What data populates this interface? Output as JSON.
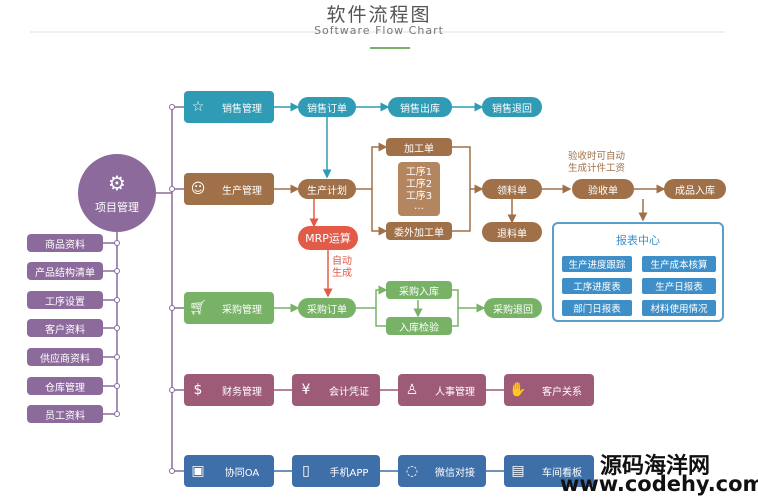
{
  "title": "软件流程图",
  "subtitle": "Software Flow Chart",
  "center": {
    "label": "项目管理",
    "icon": "gear-icon"
  },
  "left_items": [
    "商品资料",
    "产品结构清单",
    "工序设置",
    "客户资料",
    "供应商资料",
    "仓库管理",
    "员工资料"
  ],
  "rows": {
    "sales": {
      "label": "销售管理",
      "icon": "star-icon",
      "steps": [
        "销售订单",
        "销售出库",
        "销售退回"
      ]
    },
    "production": {
      "label": "生产管理",
      "icon": "worker-icon",
      "plan": "生产计划",
      "mrp": "MRP运算",
      "auto": "自动\n生成",
      "work_order": "加工单",
      "processes": [
        "工序1",
        "工序2",
        "工序3",
        "…"
      ],
      "outsource": "委外加工单",
      "material": "领料单",
      "return_material": "退料单",
      "check": "验收单",
      "note": "验收时可自动\n生成计件工资",
      "stock_in": "成品入库"
    },
    "purchase": {
      "label": "采购管理",
      "icon": "cart-icon",
      "order": "采购订单",
      "in": "采购入库",
      "inspect": "入库检验",
      "return": "采购退回"
    },
    "finance": [
      {
        "label": "财务管理",
        "icon": "dollar-icon"
      },
      {
        "label": "会计凭证",
        "icon": "yen-icon"
      },
      {
        "label": "人事管理",
        "icon": "person-icon"
      },
      {
        "label": "客户关系",
        "icon": "handshake-icon"
      }
    ],
    "office": [
      {
        "label": "协同OA",
        "icon": "briefcase-icon"
      },
      {
        "label": "手机APP",
        "icon": "phone-icon"
      },
      {
        "label": "微信对接",
        "icon": "wechat-icon"
      },
      {
        "label": "车间看板",
        "icon": "dashboard-icon"
      }
    ]
  },
  "report": {
    "title": "报表中心",
    "items": [
      "生产进度跟踪",
      "生产成本核算",
      "工序进度表",
      "生产日报表",
      "部门日报表",
      "材料使用情况"
    ]
  },
  "watermark": {
    "line1": "源码海洋网",
    "line2": "www.codehy.com"
  }
}
